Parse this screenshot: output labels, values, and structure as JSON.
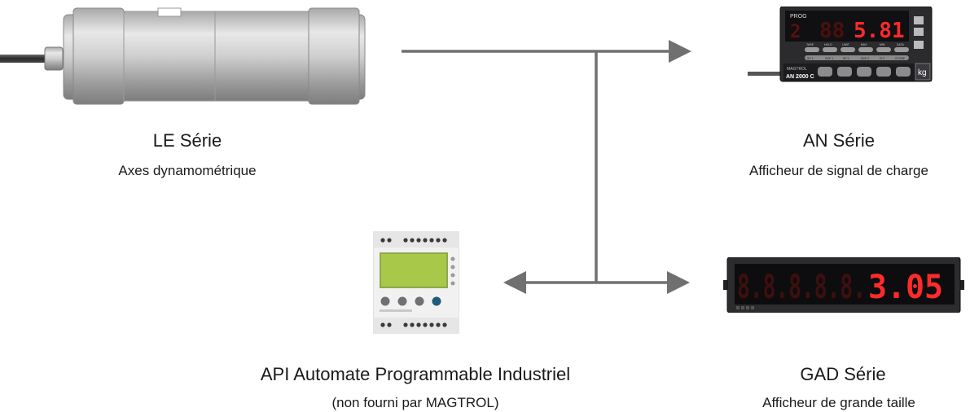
{
  "le": {
    "title": "LE Série",
    "subtitle": "Axes dynamométrique"
  },
  "an": {
    "title": "AN Série",
    "subtitle": "Afficheur de signal de charge",
    "device": {
      "prog_label": "PROG",
      "digit_dim": "2",
      "display_value": "5.81",
      "key_labels_row1": [
        "TARE",
        "HOLD",
        "LIMIT",
        "MAX",
        "MIN",
        "DATA"
      ],
      "key_labels_row2": [
        "SP 1",
        "DSP 1",
        "SP 2",
        "DSP 2",
        "FLT",
        "STORE"
      ],
      "brand": "MAGTROL",
      "model": "AN 2000 C",
      "unit": "kg"
    }
  },
  "api": {
    "title": "API Automate Programmable Industriel",
    "subtitle": "(non fourni par MAGTROL)"
  },
  "gad": {
    "title": "GAD Série",
    "subtitle": "Afficheur de grande taille",
    "device": {
      "dim_digits": "8.8.8.8.8.",
      "display_value": "3.05"
    }
  },
  "colors": {
    "arrow": "#707070",
    "led_red": "#ff2a2a",
    "led_dim": "#5a1010",
    "plc_screen": "#a8c84a"
  }
}
